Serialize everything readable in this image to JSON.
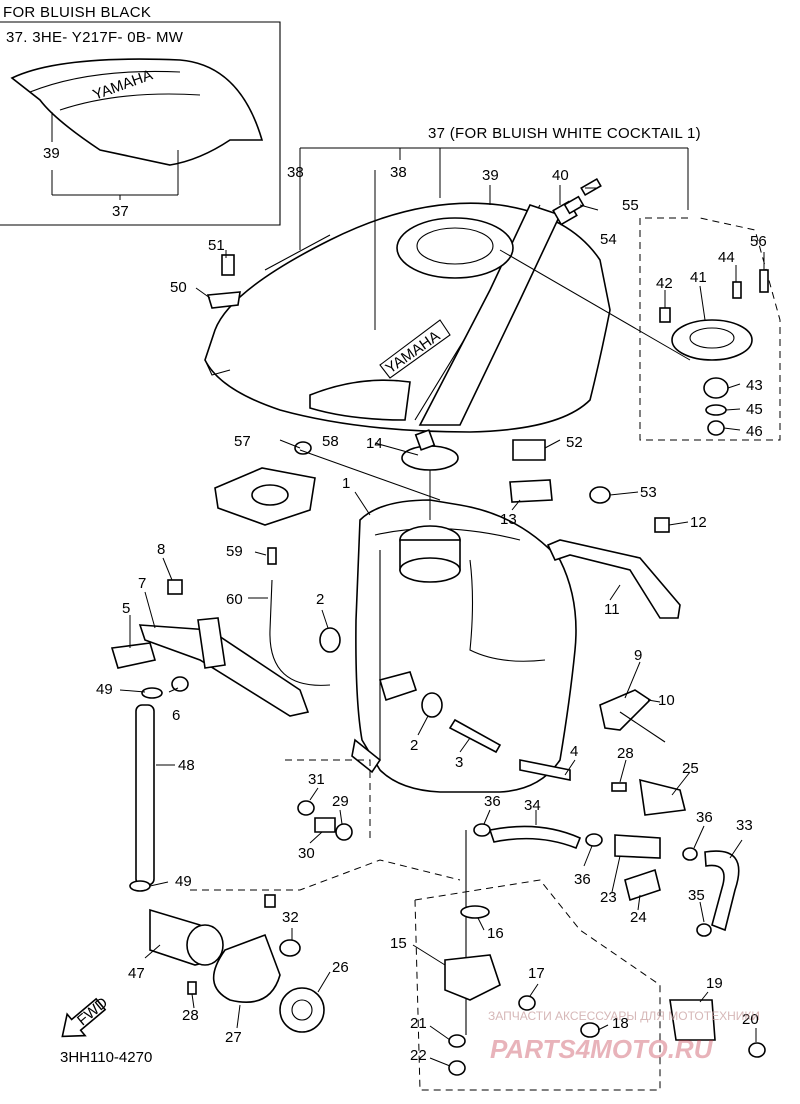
{
  "header": {
    "variant_title": "FOR BLUISH BLACK",
    "variant_code": "37. 3HE- Y217F- 0B- MW",
    "main_variant": "37 (FOR BLUISH WHITE COCKTAIL 1)"
  },
  "tank_emblem": "YAMAHA",
  "inset_emblem": "YAMAHA",
  "fwd_label": "FWD",
  "diagram_code": "3HH110-4270",
  "watermark": {
    "line1": "ЗАПЧАСТИ АКСЕССУАРЫ ДЛЯ МОТОТЕХНИКИ",
    "line2": "PARTS4MOTO.RU"
  },
  "callouts": [
    {
      "id": "c1",
      "label": "1"
    },
    {
      "id": "c2a",
      "label": "2"
    },
    {
      "id": "c2b",
      "label": "2"
    },
    {
      "id": "c3",
      "label": "3"
    },
    {
      "id": "c4",
      "label": "4"
    },
    {
      "id": "c5",
      "label": "5"
    },
    {
      "id": "c6",
      "label": "6"
    },
    {
      "id": "c7",
      "label": "7"
    },
    {
      "id": "c8",
      "label": "8"
    },
    {
      "id": "c9",
      "label": "9"
    },
    {
      "id": "c10",
      "label": "10"
    },
    {
      "id": "c11",
      "label": "11"
    },
    {
      "id": "c12",
      "label": "12"
    },
    {
      "id": "c13",
      "label": "13"
    },
    {
      "id": "c14",
      "label": "14"
    },
    {
      "id": "c15",
      "label": "15"
    },
    {
      "id": "c16",
      "label": "16"
    },
    {
      "id": "c17",
      "label": "17"
    },
    {
      "id": "c18",
      "label": "18"
    },
    {
      "id": "c19",
      "label": "19"
    },
    {
      "id": "c20",
      "label": "20"
    },
    {
      "id": "c21",
      "label": "21"
    },
    {
      "id": "c22",
      "label": "22"
    },
    {
      "id": "c23",
      "label": "23"
    },
    {
      "id": "c24",
      "label": "24"
    },
    {
      "id": "c25",
      "label": "25"
    },
    {
      "id": "c26",
      "label": "26"
    },
    {
      "id": "c27",
      "label": "27"
    },
    {
      "id": "c28a",
      "label": "28"
    },
    {
      "id": "c28b",
      "label": "28"
    },
    {
      "id": "c29",
      "label": "29"
    },
    {
      "id": "c30",
      "label": "30"
    },
    {
      "id": "c31",
      "label": "31"
    },
    {
      "id": "c32",
      "label": "32"
    },
    {
      "id": "c33",
      "label": "33"
    },
    {
      "id": "c34",
      "label": "34"
    },
    {
      "id": "c35",
      "label": "35"
    },
    {
      "id": "c36a",
      "label": "36"
    },
    {
      "id": "c36b",
      "label": "36"
    },
    {
      "id": "c36c",
      "label": "36"
    },
    {
      "id": "c37a",
      "label": "37"
    },
    {
      "id": "c38a",
      "label": "38"
    },
    {
      "id": "c38b",
      "label": "38"
    },
    {
      "id": "c39a",
      "label": "39"
    },
    {
      "id": "c39b",
      "label": "39"
    },
    {
      "id": "c40",
      "label": "40"
    },
    {
      "id": "c41",
      "label": "41"
    },
    {
      "id": "c42",
      "label": "42"
    },
    {
      "id": "c43",
      "label": "43"
    },
    {
      "id": "c44",
      "label": "44"
    },
    {
      "id": "c45",
      "label": "45"
    },
    {
      "id": "c46",
      "label": "46"
    },
    {
      "id": "c47",
      "label": "47"
    },
    {
      "id": "c48",
      "label": "48"
    },
    {
      "id": "c49a",
      "label": "49"
    },
    {
      "id": "c49b",
      "label": "49"
    },
    {
      "id": "c50",
      "label": "50"
    },
    {
      "id": "c51",
      "label": "51"
    },
    {
      "id": "c52",
      "label": "52"
    },
    {
      "id": "c53",
      "label": "53"
    },
    {
      "id": "c54",
      "label": "54"
    },
    {
      "id": "c55",
      "label": "55"
    },
    {
      "id": "c56",
      "label": "56"
    },
    {
      "id": "c57",
      "label": "57"
    },
    {
      "id": "c58",
      "label": "58"
    },
    {
      "id": "c59",
      "label": "59"
    },
    {
      "id": "c60",
      "label": "60"
    }
  ]
}
